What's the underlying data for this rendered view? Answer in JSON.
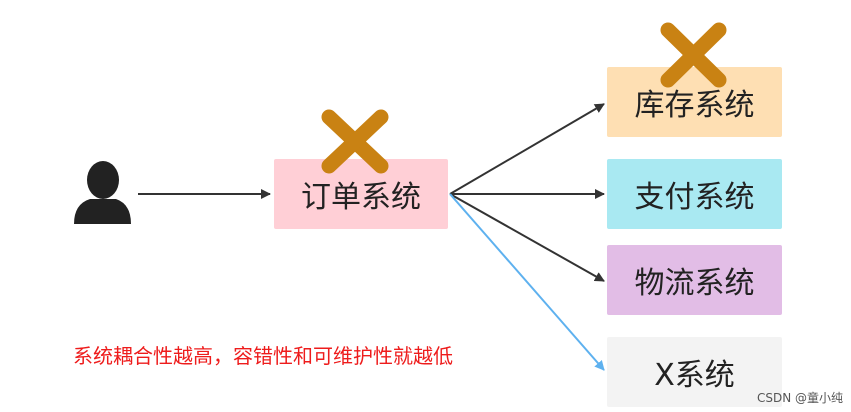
{
  "colors": {
    "order": "#ffcfd6",
    "stock": "#fedfb3",
    "pay": "#a9e9f2",
    "logistics": "#e2bde6",
    "x": "#f3f3f3",
    "arrow": "#333333",
    "coupling_arrow": "#5eb1ef",
    "cross": "#c98213",
    "note": "#ee1c1c"
  },
  "icons": [
    "user-icon",
    "cross-icon"
  ],
  "nodes": {
    "order": "订单系统",
    "stock": "库存系统",
    "pay": "支付系统",
    "logistics": "物流系统",
    "x": "X系统"
  },
  "note": "系统耦合性越高，容错性和可维护性就越低",
  "watermark": "CSDN @童小纯"
}
